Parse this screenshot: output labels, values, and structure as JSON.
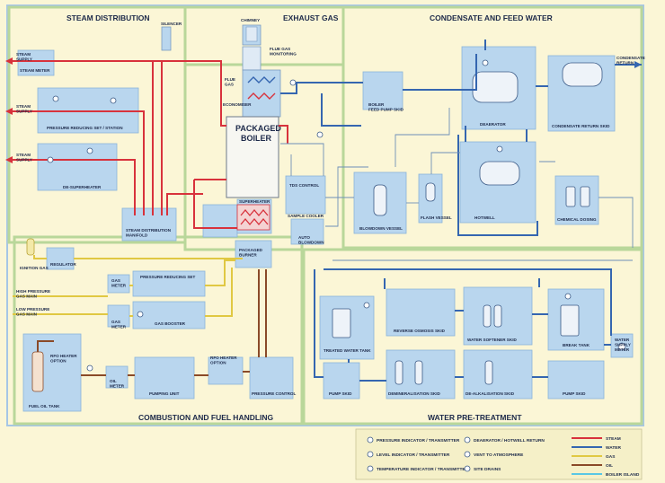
{
  "sections": {
    "steam_distribution": "STEAM DISTRIBUTION",
    "exhaust_gas": "EXHAUST GAS",
    "condensate_feed": "CONDENSATE AND FEED WATER",
    "combustion": "COMBUSTION AND FUEL HANDLING",
    "water_pretreatment": "WATER PRE-TREATMENT"
  },
  "boiler": {
    "line1": "PACKAGED",
    "line2": "BOILER"
  },
  "labels": {
    "steam_supply_1": "STEAM\nSUPPLY",
    "steam_meter": "STEAM METER",
    "steam_supply_2": "STEAM\nSUPPLY",
    "pressure_reducing_station": "PRESSURE REDUCING SET / STATION",
    "steam_supply_3": "STEAM\nSUPPLY",
    "de_superheater": "DE-SUPERHEATER",
    "steam_distribution_manifold": "STEAM DISTRIBUTION\nMANIFOLD",
    "silencer": "SILENCER",
    "chimney": "CHIMNEY",
    "flue_gas_monitoring": "FLUE GAS\nMONITORING",
    "flue_gas": "FLUE\nGAS",
    "economiser": "ECONOMISER",
    "boiler_feed_pump_skid": "BOILER\nFEED PUMP SKID",
    "deaerator": "DEAERATOR",
    "condensate_return_skid": "CONDENSATE RETURN SKID",
    "condensate_return": "CONDENSATE\nRETURN",
    "tds_control": "TDS CONTROL",
    "sample_cooler": "SAMPLE COOLER",
    "auto_blowdown": "AUTO\nBLOWDOWN",
    "blowdown_vessel": "BLOWDOWN VESSEL",
    "flash_vessel": "FLASH VESSEL",
    "hotwell": "HOTWELL",
    "chemical_dosing": "CHEMICAL DOSING",
    "superheater": "SUPERHEATER",
    "packaged_burner": "PACKAGED\nBURNER",
    "ignition_gas": "IGNITION GAS",
    "regulator": "REGULATOR",
    "gas_meter_1": "GAS\nMETER",
    "pressure_reducing_set": "PRESSURE REDUCING SET",
    "high_pressure_gas": "HIGH PRESSURE\nGAS MAIN",
    "low_pressure_gas": "LOW PRESSURE\nGAS MAIN",
    "gas_meter_2": "GAS\nMETER",
    "gas_booster": "GAS BOOSTER",
    "rfo_heater_option_1": "RFO HEATER\nOPTION",
    "fuel_oil_tank": "FUEL OIL TANK",
    "oil_meter": "OIL\nMETER",
    "pumping_unit": "PUMPING UNIT",
    "rfo_heater_option_2": "RFO HEATER\nOPTION",
    "pressure_control": "PRESSURE CONTROL",
    "treated_water_tank": "TREATED WATER TANK",
    "reverse_osmosis_skid": "REVERSE OSMOSIS SKID",
    "water_softener_skid": "WATER SOFTENER SKID",
    "break_tank": "BREAK TANK",
    "water_supply_meter": "WATER\nSUPPLY\nMETER",
    "pump_skid_1": "PUMP SKID",
    "demineralisation_skid": "DEMINERALISATION SKID",
    "de_alkalisation_skid": "DE-ALKALISATION SKID",
    "pump_skid_2": "PUMP SKID"
  },
  "legend": {
    "symbols": [
      {
        "icon": "pressure-indicator-icon",
        "label": "PRESSURE INDICATOR / TRANSMITTER"
      },
      {
        "icon": "level-indicator-icon",
        "label": "LEVEL INDICATOR / TRANSMITTER"
      },
      {
        "icon": "temperature-indicator-icon",
        "label": "TEMPERATURE INDICATOR / TRANSMITTER"
      },
      {
        "icon": "deaerator-return-icon",
        "label": "DEAERATOR / HOTWELL RETURN"
      },
      {
        "icon": "vent-icon",
        "label": "VENT TO ATMOSPHERE"
      },
      {
        "icon": "site-drains-icon",
        "label": "SITE DRAINS"
      }
    ],
    "lines": [
      {
        "label": "STEAM",
        "color": "#d8323c"
      },
      {
        "label": "WATER",
        "color": "#3566b0"
      },
      {
        "label": "GAS",
        "color": "#e0c842"
      },
      {
        "label": "OIL",
        "color": "#8a4a28"
      },
      {
        "label": "BOILER ISLAND",
        "color": "#59c7e4"
      }
    ]
  },
  "colors": {
    "steam": "#d8323c",
    "water": "#3566b0",
    "gas": "#e0c842",
    "oil": "#8a4a28",
    "boiler_island": "#59c7e4",
    "section_border": "#b9d79a",
    "skid_fill": "#b9d6ee"
  }
}
